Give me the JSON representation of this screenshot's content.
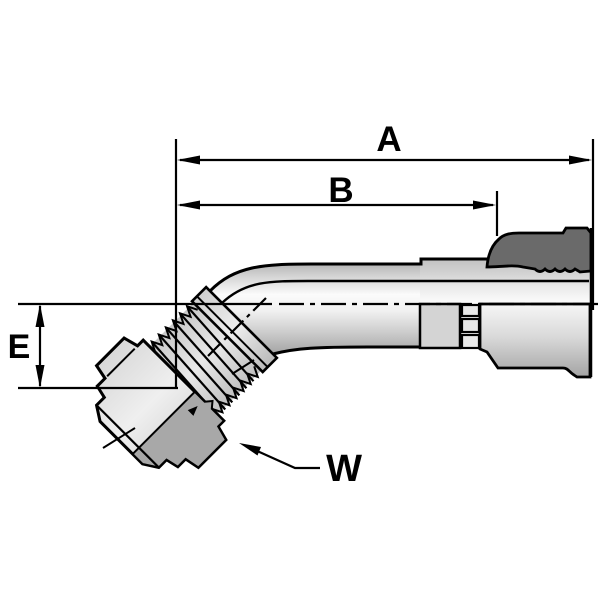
{
  "diagram": {
    "dimension_labels": {
      "a": "A",
      "b": "B",
      "e": "E",
      "w": "W"
    },
    "colors": {
      "background": "#ffffff",
      "line": "#000000",
      "ferrule_dark": "#6a6a6a",
      "hex_shaded": "#a8a8a8",
      "body_light": "#e3e3e3",
      "body_mid": "#d2d2d2"
    }
  }
}
